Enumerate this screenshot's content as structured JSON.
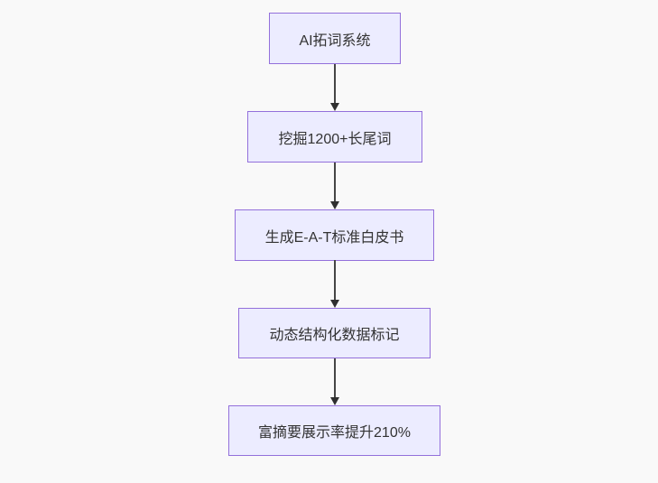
{
  "flowchart": {
    "type": "flowchart",
    "direction": "top-down",
    "nodes": [
      {
        "id": "A",
        "label": "AI拓词系统"
      },
      {
        "id": "B",
        "label": "挖掘1200+长尾词"
      },
      {
        "id": "C",
        "label": "生成E-A-T标准白皮书"
      },
      {
        "id": "D",
        "label": "动态结构化数据标记"
      },
      {
        "id": "E",
        "label": "富摘要展示率提升210%"
      }
    ],
    "edges": [
      {
        "from": "A",
        "to": "B",
        "style": "arrow-down"
      },
      {
        "from": "B",
        "to": "C",
        "style": "arrow-down"
      },
      {
        "from": "C",
        "to": "D",
        "style": "arrow-down"
      },
      {
        "from": "D",
        "to": "E",
        "style": "arrow-down"
      }
    ],
    "colors": {
      "node_fill": "#ECECFF",
      "node_border": "#9370DB",
      "edge_line": "#454545",
      "arrowhead": "#2f2f2f",
      "text": "#333333",
      "background": "#f9f9f9"
    }
  }
}
